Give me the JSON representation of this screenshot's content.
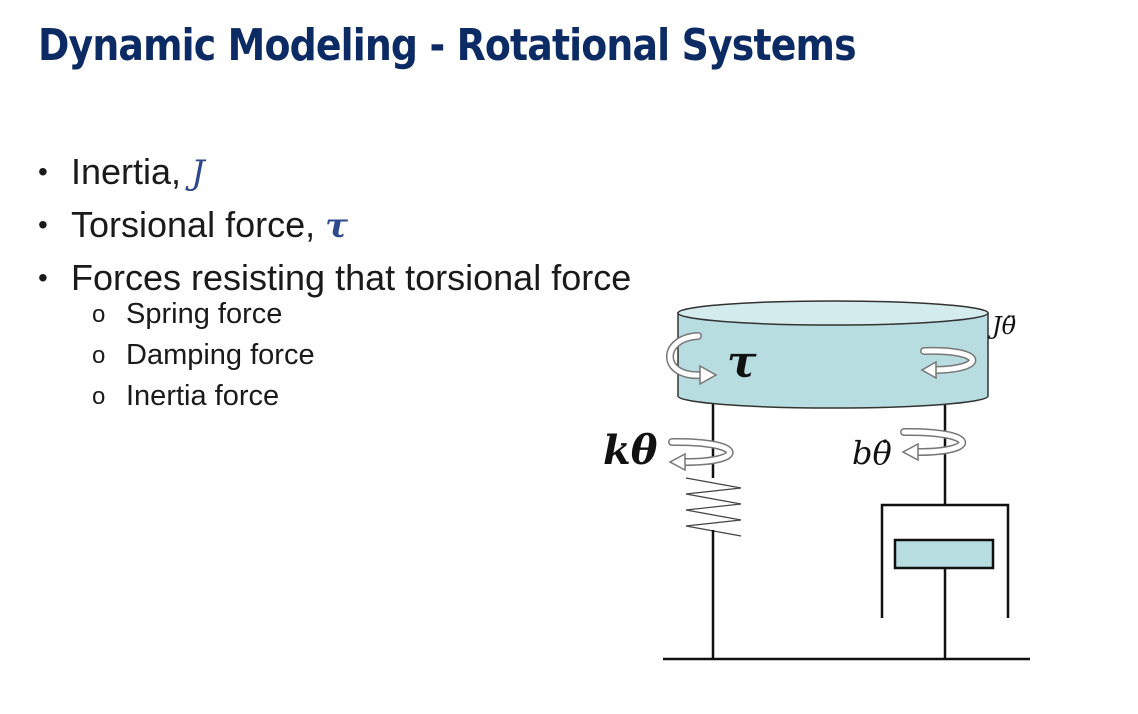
{
  "slide": {
    "title": "Dynamic Modeling - Rotational Systems",
    "bullets": [
      {
        "text": "Inertia, ",
        "symbol": "J"
      },
      {
        "text": "Torsional force, ",
        "symbol": "τ"
      },
      {
        "text": "Forces resisting that torsional force",
        "symbol": ""
      }
    ],
    "sub_bullets": [
      {
        "text": "Spring force"
      },
      {
        "text": "Damping force"
      },
      {
        "text": "Inertia force"
      }
    ],
    "bullet_marker": "•",
    "sub_bullet_marker": "o"
  },
  "diagram": {
    "labels": {
      "torque": "τ",
      "inertia_force": "Jθ̈",
      "spring_force": "kθ",
      "damping_force": "bθ̇"
    },
    "colors": {
      "disk_fill": "#b8dde0",
      "disk_top": "#d4ecee",
      "line": "#111111",
      "arrow_fill": "#ffffff",
      "arrow_stroke": "#777777"
    }
  }
}
